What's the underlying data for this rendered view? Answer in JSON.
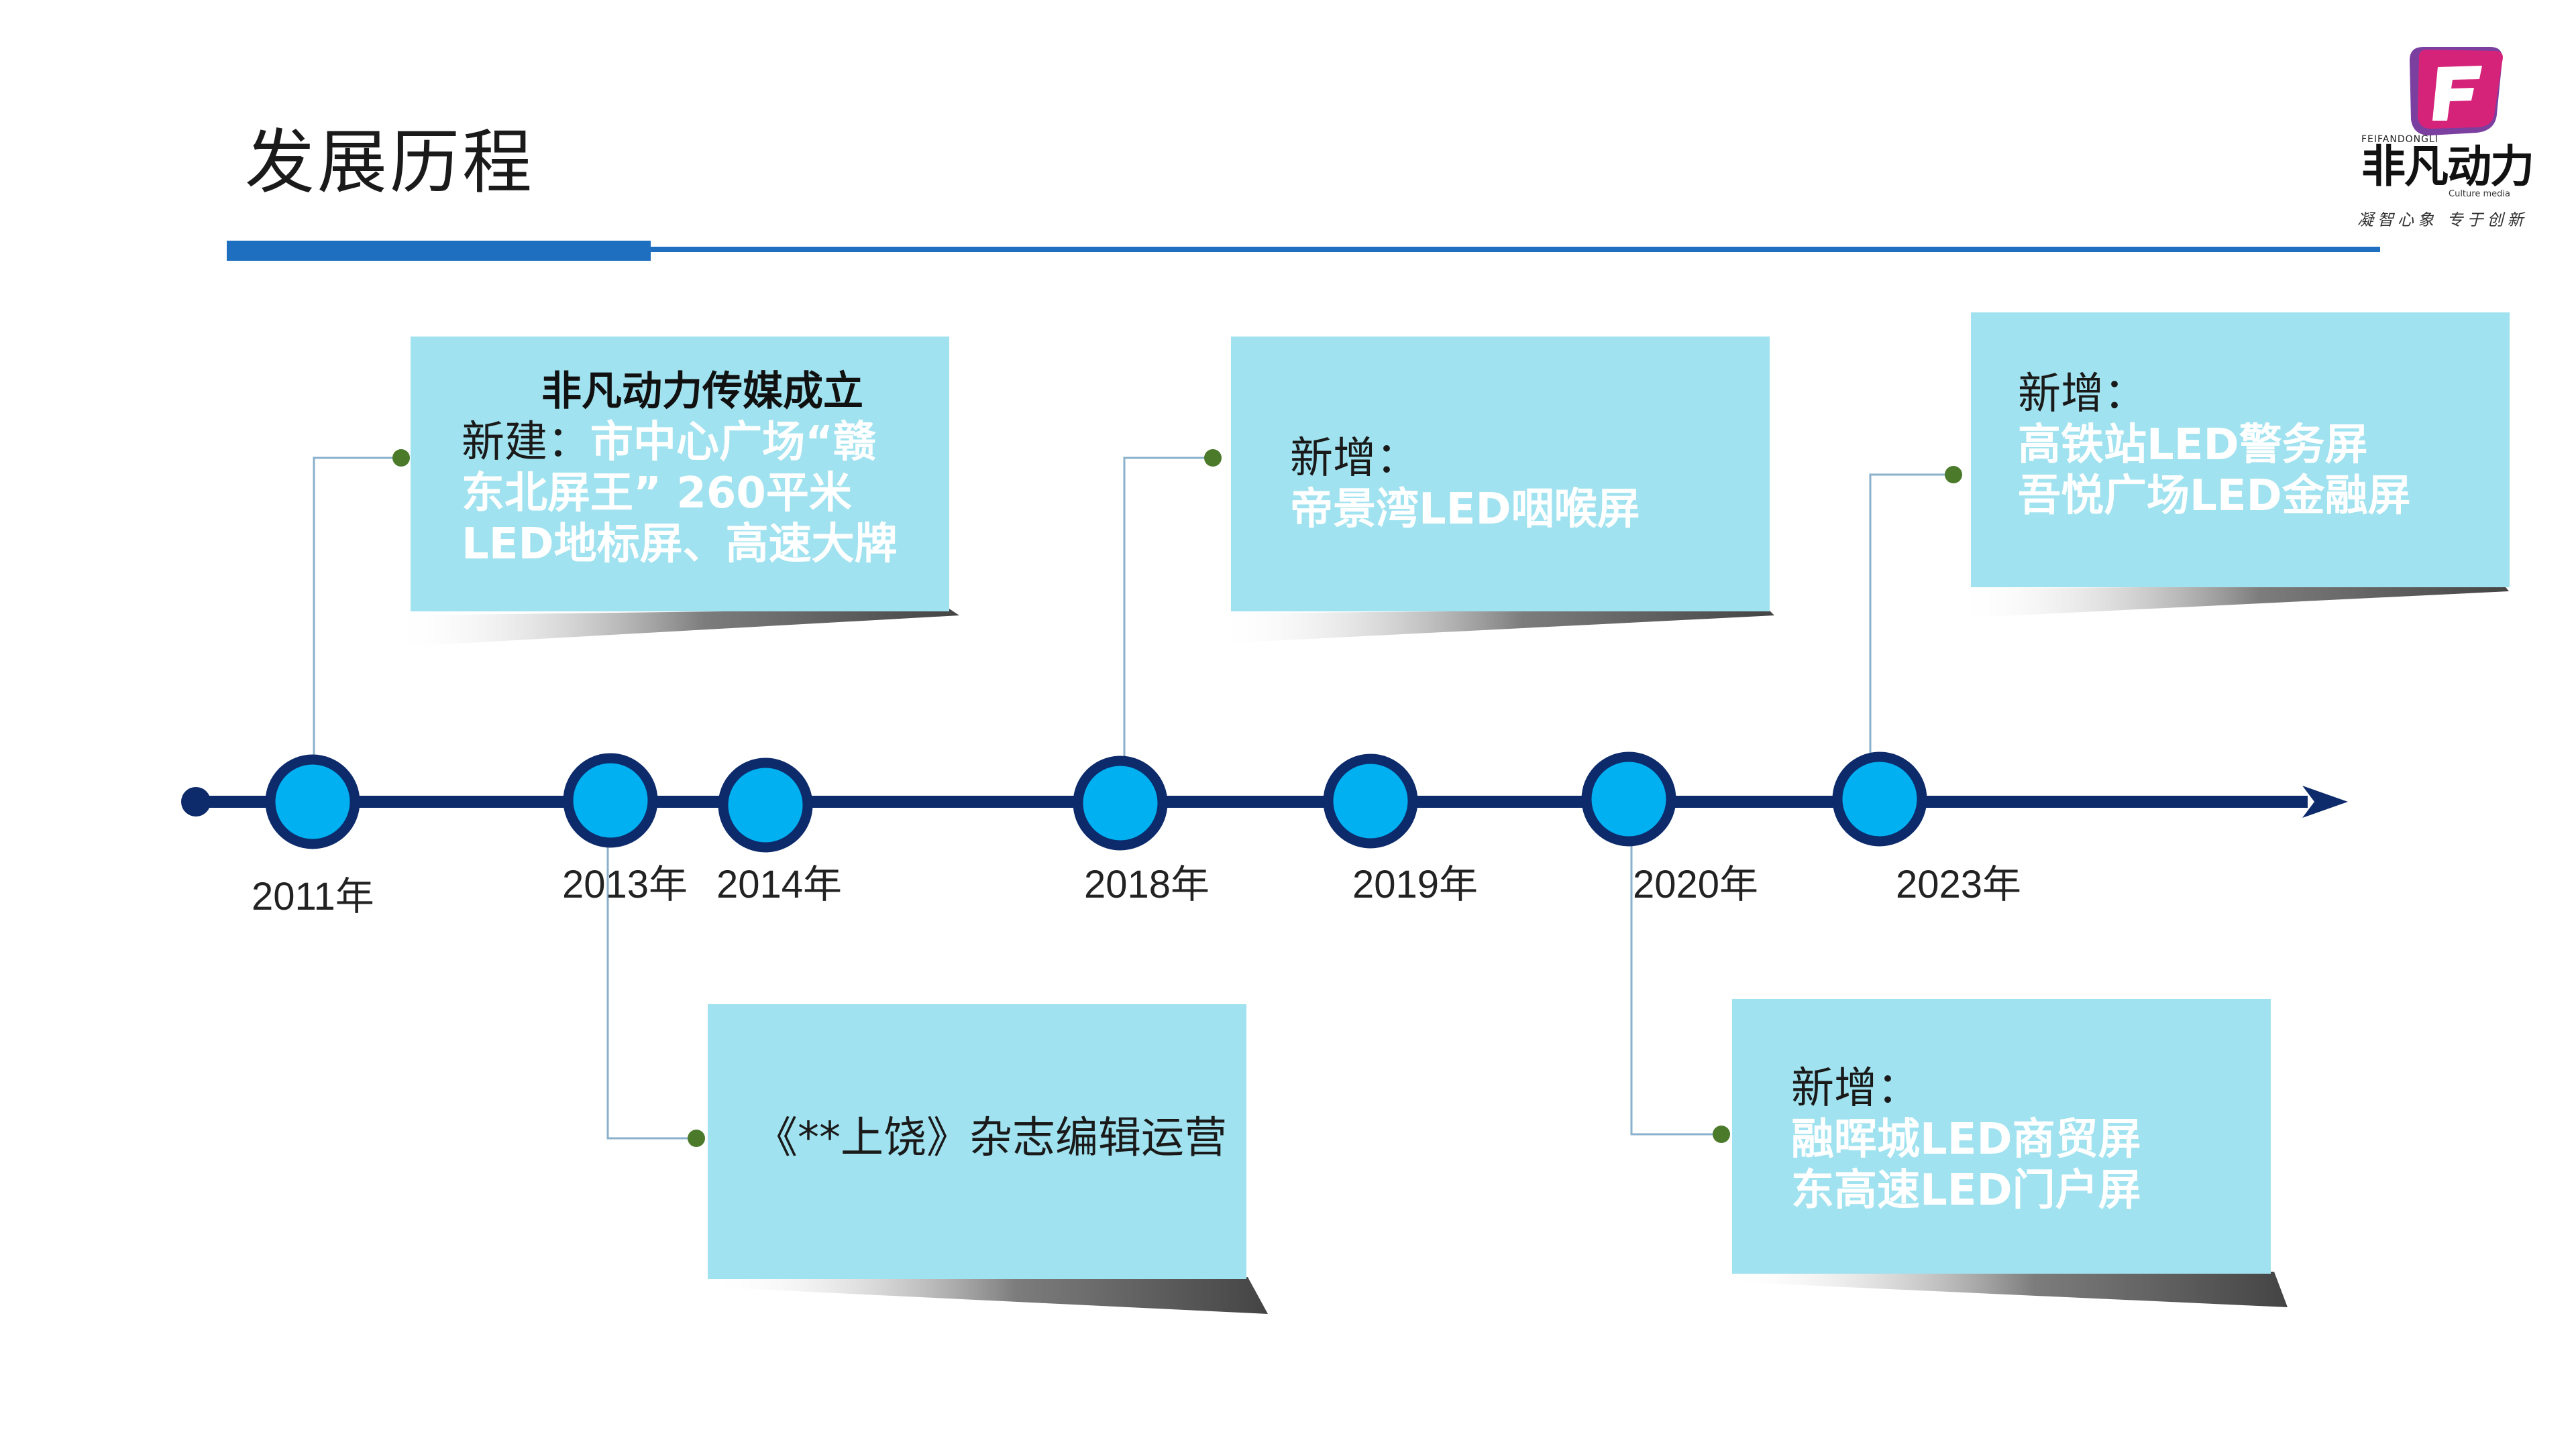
{
  "page": {
    "title": "发展历程"
  },
  "logo": {
    "brand_en": "FEIFANDONGLI",
    "brand_cn": "非凡动力",
    "sub": "Culture media",
    "slogan": "凝智心象 专于创新",
    "colors": {
      "magenta": "#d6237a",
      "purple": "#7b3fa0",
      "white": "#ffffff"
    }
  },
  "timeline": {
    "years": [
      "2011年",
      "2013年",
      "2014年",
      "2018年",
      "2019年",
      "2020年",
      "2023年"
    ]
  },
  "cards": {
    "c2011": {
      "heading": "非凡动力传媒成立",
      "prefix": "新建：",
      "line1": "市中心广场“赣",
      "line2": "东北屏王” 260平米",
      "line3": "LED地标屏、高速大牌"
    },
    "c2013": {
      "text": "《**上饶》杂志编辑运营"
    },
    "c2018": {
      "prefix": "新增：",
      "line1": "帝景湾LED咽喉屏"
    },
    "c2020": {
      "prefix": "新增：",
      "line1": "融晖城LED商贸屏",
      "line2": "东高速LED门户屏"
    },
    "c2023": {
      "prefix": "新增：",
      "line1": "高铁站LED警务屏",
      "line2": "吾悦广场LED金融屏"
    }
  },
  "colors": {
    "accent_blue": "#1e6fbf",
    "card": "#a0e2ef",
    "node_fill": "#00b0f0",
    "node_ring": "#0d2a6b",
    "axis": "#0d2a6b",
    "dot": "#4a7a2a",
    "connector": "#8ab0cc"
  }
}
